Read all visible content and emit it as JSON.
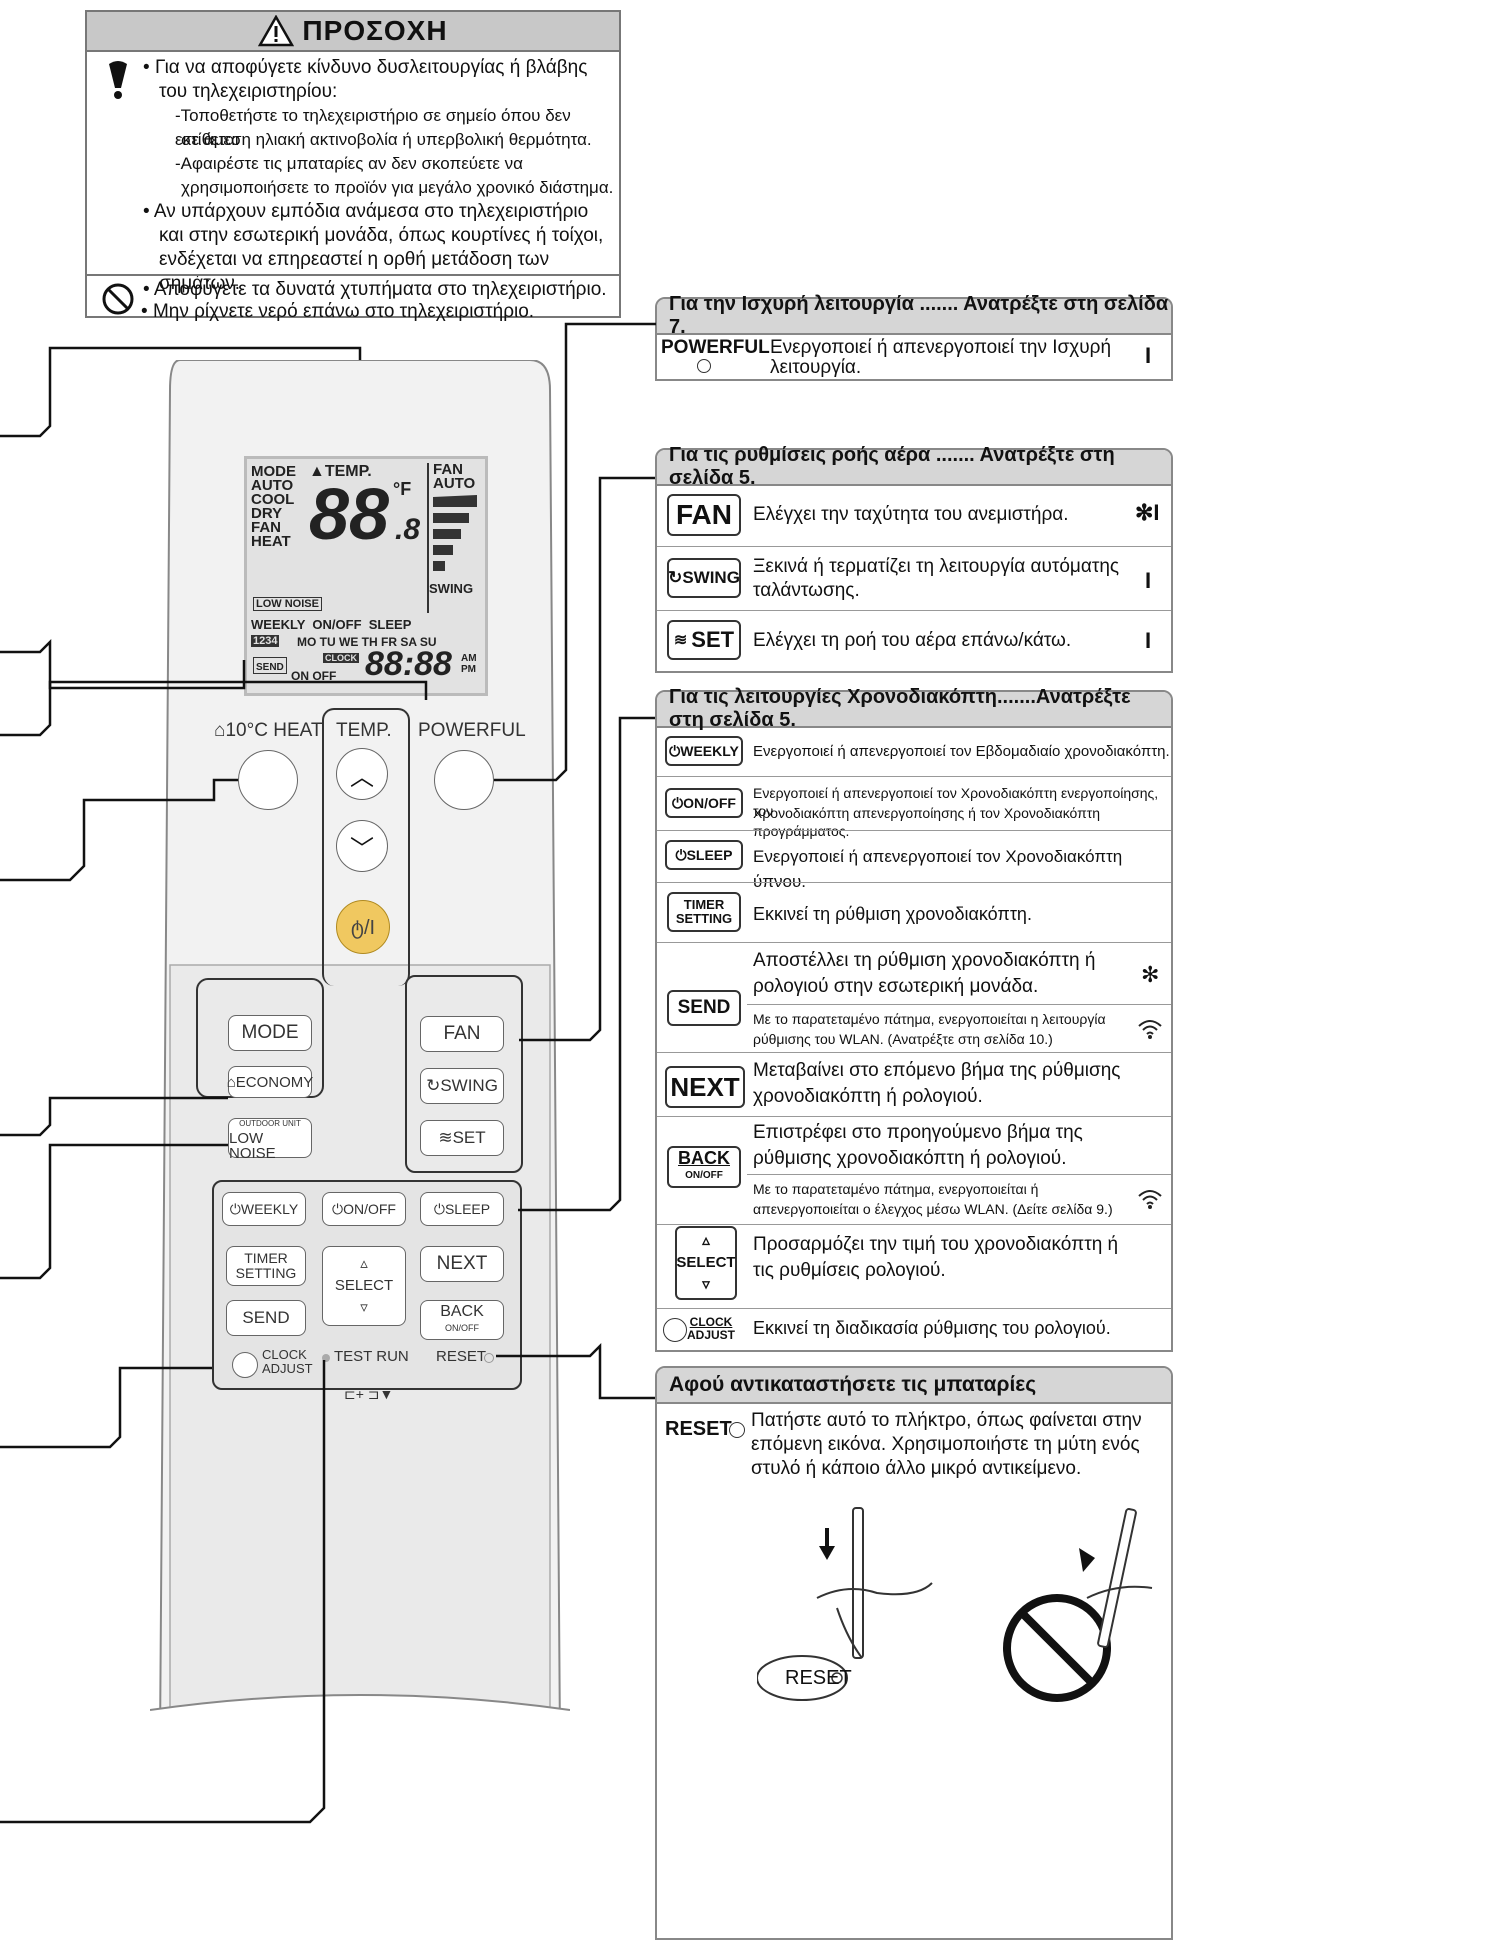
{
  "caution": {
    "title": "ΠΡΟΣΟΧΗ",
    "b1": "Για να αποφύγετε κίνδυνο δυσλειτουργίας ή βλάβης",
    "b1b": "του τηλεχειριστηρίου:",
    "s1a": "-Τοποθετήστε το τηλεχειριστήριο σε σημείο όπου δεν εκτίθεται",
    "s1b": "σε άμεση ηλιακή ακτινοβολία ή υπερβολική θερμότητα.",
    "s2a": "-Αφαιρέστε τις μπαταρίες αν δεν σκοπεύετε να",
    "s2b": "χρησιμοποιήσετε το προϊόν για μεγάλο χρονικό διάστημα.",
    "b2a": "Αν υπάρχουν εμπόδια ανάμεσα στο τηλεχειριστήριο",
    "b2b": "και στην εσωτερική μονάδα, όπως κουρτίνες ή τοίχοι,",
    "b2c": "ενδέχεται να επηρεαστεί η ορθή μετάδοση των σημάτων.",
    "b3": "Αποφύγετε τα δυνατά χτυπήματα στο τηλεχειριστήριο.",
    "b4": "Μην ρίχνετε νερό επάνω στο τηλεχειριστήριο."
  },
  "powerful_panel": {
    "title": "Για την Ισχυρή λειτουργία ....... Ανατρέξτε στη σελίδα 7.",
    "key": "POWERFUL",
    "desc1": "Ενεργοποιεί ή απενεργοποιεί την Ισχυρή",
    "desc2": "λειτουργία.",
    "mark": "I"
  },
  "air_panel": {
    "title": "Για τις ρυθμίσεις ροής αέρα ....... Ανατρέξτε στη σελίδα 5.",
    "fan_key": "FAN",
    "fan_desc": "Ελέγχει την ταχύτητα του ανεμιστήρα.",
    "fan_mark": "✻I",
    "swing_key": "SWING",
    "swing_desc1": "Ξεκινά ή τερματίζει τη λειτουργία αυτόματης",
    "swing_desc2": "ταλάντωσης.",
    "swing_mark": "I",
    "set_key": "SET",
    "set_desc": "Ελέγχει τη ροή του αέρα επάνω/κάτω.",
    "set_mark": "I"
  },
  "timer_panel": {
    "title": "Για τις λειτουργίες Χρονοδιακόπτη.......Ανατρέξτε στη σελίδα 5.",
    "weekly_key": "WEEKLY",
    "weekly_desc": "Ενεργοποιεί ή απενεργοποιεί τον Εβδομαδιαίο χρονοδιακόπτη.",
    "onoff_key": "ON/OFF",
    "onoff_desc1": "Ενεργοποιεί ή απενεργοποιεί τον Χρονοδιακόπτη ενεργοποίησης, τον",
    "onoff_desc2": "Χρονοδιακόπτη απενεργοποίησης ή τον Χρονοδιακόπτη προγράμματος.",
    "sleep_key": "SLEEP",
    "sleep_desc": "Ενεργοποιεί ή απενεργοποιεί τον Χρονοδιακόπτη ύπνου.",
    "timer_key1": "TIMER",
    "timer_key2": "SETTING",
    "timer_desc": "Εκκινεί τη ρύθμιση χρονοδιακόπτη.",
    "send_key": "SEND",
    "send_desc1": "Αποστέλλει τη ρύθμιση χρονοδιακόπτη ή",
    "send_desc2": "ρολογιού στην εσωτερική μονάδα.",
    "send_mark": "✻",
    "send_sub1": "Με το παρατεταμένο πάτημα, ενεργοποιείται η λειτουργία",
    "send_sub2": "ρύθμισης του WLAN. (Ανατρέξτε στη σελίδα 10.)",
    "next_key": "NEXT",
    "next_desc1": "Μεταβαίνει στο επόμενο βήμα της ρύθμισης",
    "next_desc2": "χρονοδιακόπτη ή ρολογιού.",
    "back_key": "BACK",
    "back_sub_key": "ON/OFF",
    "back_desc1": "Επιστρέφει στο προηγούμενο βήμα της",
    "back_desc2": "ρύθμισης χρονοδιακόπτη ή ρολογιού.",
    "back_sub1": "Με το παρατεταμένο πάτημα, ενεργοποιείται ή",
    "back_sub2": "απενεργοποιείται ο έλεγχος μέσω WLAN. (Δείτε σελίδα 9.)",
    "select_key": "SELECT",
    "select_desc1": "Προσαρμόζει την τιμή του χρονοδιακόπτη ή",
    "select_desc2": "τις ρυθμίσεις ρολογιού.",
    "clock_key1": "CLOCK",
    "clock_key2": "ADJUST",
    "clock_desc": "Εκκινεί τη διαδικασία ρύθμισης του ρολογιού."
  },
  "reset_panel": {
    "title": "Αφού αντικαταστήσετε τις μπαταρίες",
    "key": "RESET",
    "desc1": "Πατήστε αυτό το πλήκτρο, όπως φαίνεται στην",
    "desc2": "επόμενη εικόνα. Χρησιμοποιήστε τη μύτη ενός",
    "desc3": "στυλό ή κάποιο άλλο μικρό αντικείμενο.",
    "illus_label": "RESET"
  },
  "lcd": {
    "mode": "MODE",
    "temp": "TEMP.",
    "auto": "AUTO",
    "cool": "COOL",
    "dry": "DRY",
    "fan": "FAN",
    "heat": "HEAT",
    "digits": "88",
    "digits_small": ".8",
    "unit": "°F",
    "fan_label": "FAN",
    "fan_auto": "AUTO",
    "swing": "SWING",
    "low_noise": "LOW NOISE",
    "timers": "WEEKLY  ON/OFF  SLEEP",
    "days": "MO TU WE TH FR SA SU",
    "nums": "1234",
    "send": "SEND",
    "onoff": "ON OFF",
    "clock": "CLOCK",
    "time": "88:88",
    "am": "AM",
    "pm": "PM"
  },
  "remote": {
    "heat10": "10°C HEAT",
    "temp": "TEMP.",
    "powerful": "POWERFUL",
    "power": "ტ/I",
    "mode": "MODE",
    "fan": "FAN",
    "economy": "ECONOMY",
    "swing": "SWING",
    "outdoor": "OUTDOOR UNIT",
    "low_noise": "LOW NOISE",
    "set": "SET",
    "weekly": "WEEKLY",
    "onoff": "ON/OFF",
    "sleep": "SLEEP",
    "timer1": "TIMER",
    "timer2": "SETTING",
    "select": "SELECT",
    "next": "NEXT",
    "send": "SEND",
    "back": "BACK",
    "back_sub": "ON/OFF",
    "clock1": "CLOCK",
    "clock2": "ADJUST",
    "test_run": "TEST RUN",
    "reset": "RESET"
  }
}
